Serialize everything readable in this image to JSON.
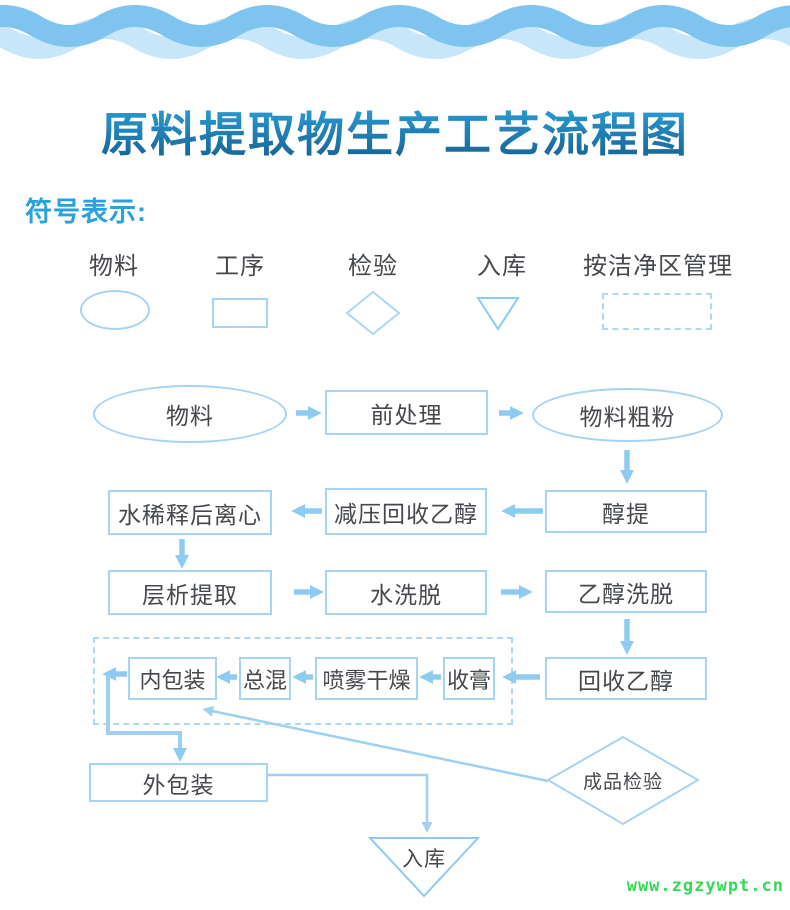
{
  "page": {
    "title": "原料提取物生产工艺流程图",
    "watermark": "www.zgzywpt.cn"
  },
  "legend": {
    "heading": "符号表示:",
    "items": [
      {
        "label": "物料",
        "shape": "ellipse"
      },
      {
        "label": "工序",
        "shape": "rect"
      },
      {
        "label": "检验",
        "shape": "diamond"
      },
      {
        "label": "入库",
        "shape": "triangle-down"
      },
      {
        "label": "按洁净区管理",
        "shape": "dashed-rect"
      }
    ]
  },
  "flow": {
    "material": "物料",
    "pretreatment": "前处理",
    "coarse_powder": "物料粗粉",
    "alcohol_extraction": "醇提",
    "vacuum_ethanol_recovery": "减压回收乙醇",
    "water_dilution_centrifuge": "水稀释后离心",
    "chromatography_extraction": "层析提取",
    "water_elution": "水洗脱",
    "ethanol_elution": "乙醇洗脱",
    "ethanol_recovery": "回收乙醇",
    "paste_collection": "收膏",
    "spray_drying": "喷雾干燥",
    "total_mixing": "总混",
    "inner_packaging": "内包装",
    "outer_packaging": "外包装",
    "finished_product_inspection": "成品检验",
    "warehousing": "入库"
  },
  "colors": {
    "accent_blue": "#29a2db",
    "shape_stroke": "#a6d3f2",
    "arrow_blue": "#8ecbf1",
    "dashed_stroke": "#aed7f4",
    "text_dark": "#45484c",
    "wave_front": "#7fc4ef",
    "wave_back": "#c8e6f9",
    "title_gradient_top": "#2fa9e0",
    "title_gradient_bottom": "#14618f",
    "watermark_green": "#35d956"
  }
}
